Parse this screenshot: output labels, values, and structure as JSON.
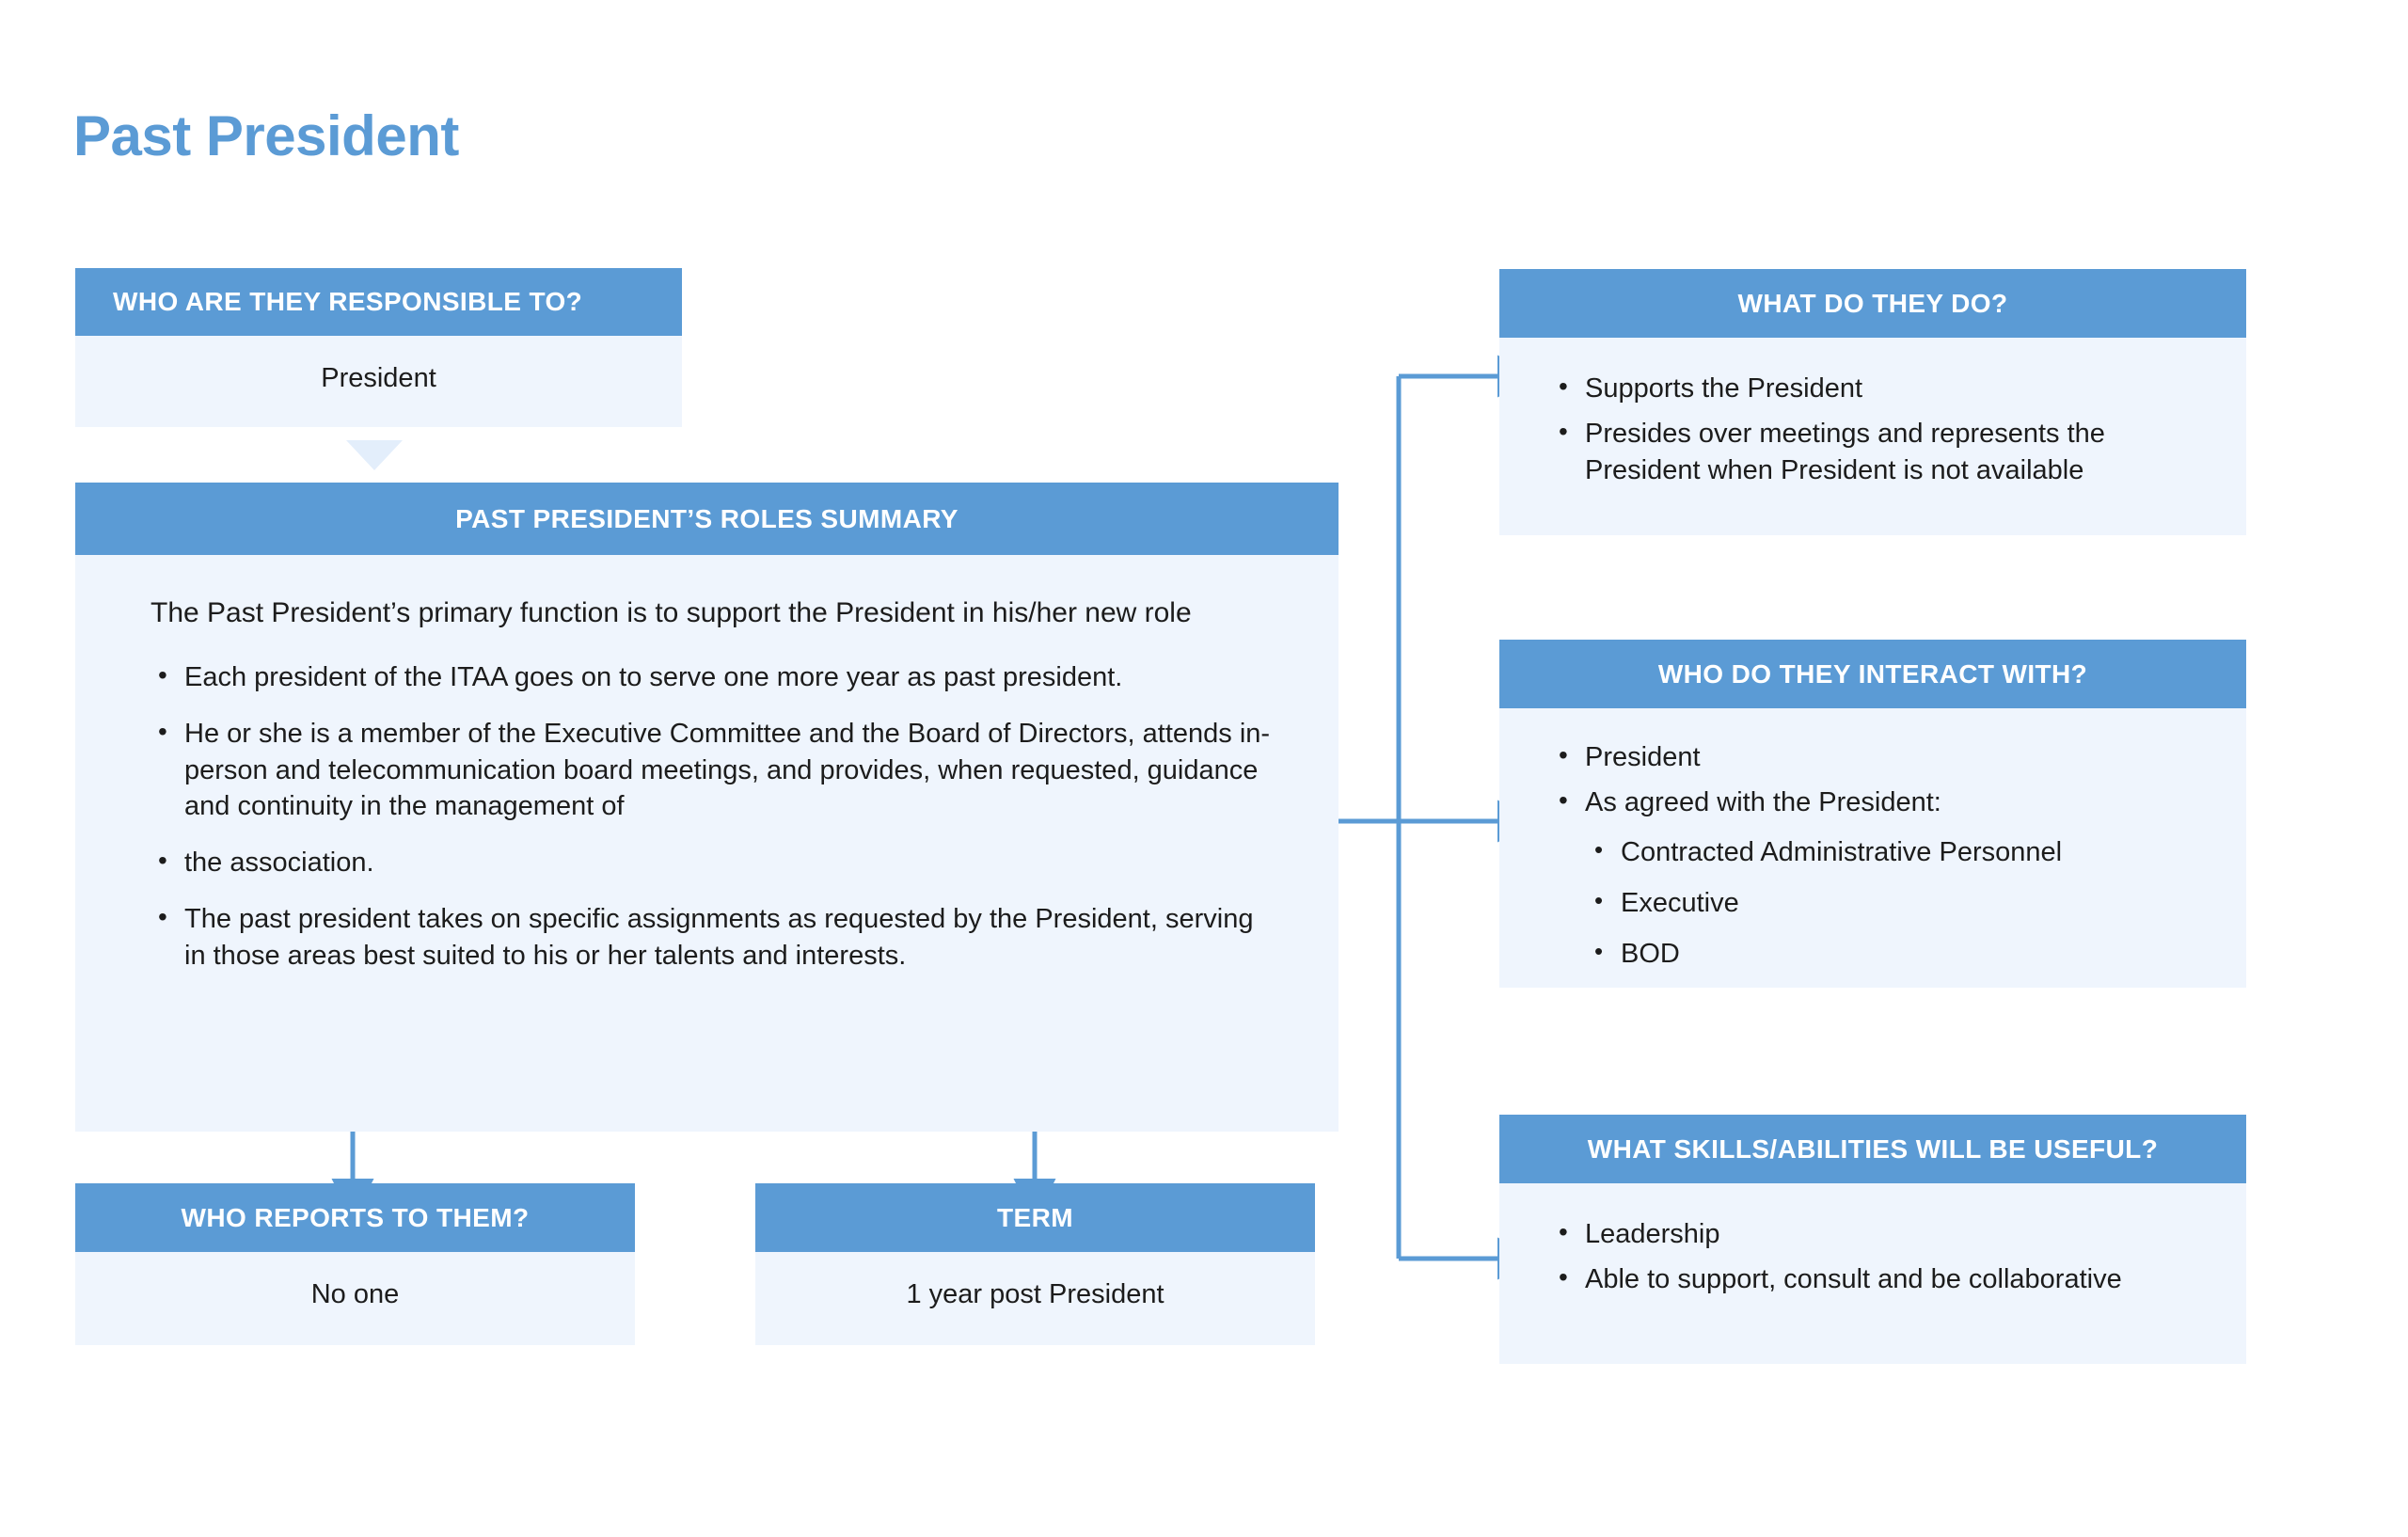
{
  "page": {
    "title": "Past President"
  },
  "colors": {
    "header_blue": "#5B9BD5",
    "body_light": "#EFF5FD",
    "title_blue": "#5B9BD5",
    "connector_blue": "#5B9BD5"
  },
  "cards": {
    "responsible_to": {
      "header": "WHO ARE THEY RESPONSIBLE TO?",
      "value": "President"
    },
    "roles_summary": {
      "header": "PAST PRESIDENT’S ROLES SUMMARY",
      "lead": "The Past President’s primary function is to support the President in his/her new role",
      "bullets": [
        "Each president of the ITAA goes on to serve one more year as past president.",
        " He or she is a member of the Executive Committee and the Board of Directors, attends in-person and telecommunication board meetings, and provides, when requested, guidance and continuity in the management of",
        " the association.",
        "The past president takes on specific assignments as requested by the President, serving in those areas best suited to his or her talents and interests."
      ]
    },
    "reports_to_them": {
      "header": "WHO REPORTS TO THEM?",
      "value": "No one"
    },
    "term": {
      "header": "TERM",
      "value": "1 year post President"
    },
    "what_do_they_do": {
      "header": "WHAT DO THEY DO?",
      "bullets": [
        "Supports the President",
        "Presides over meetings and represents the President when President is not available"
      ]
    },
    "interact_with": {
      "header": "WHO DO THEY INTERACT WITH?",
      "bullets": [
        "President",
        "As agreed with the President:"
      ],
      "sub_bullets": [
        "Contracted Administrative Personnel",
        "Executive",
        "BOD"
      ]
    },
    "skills": {
      "header": "WHAT SKILLS/ABILITIES WILL BE USEFUL?",
      "bullets": [
        "Leadership",
        "Able to support, consult and be collaborative"
      ]
    }
  }
}
